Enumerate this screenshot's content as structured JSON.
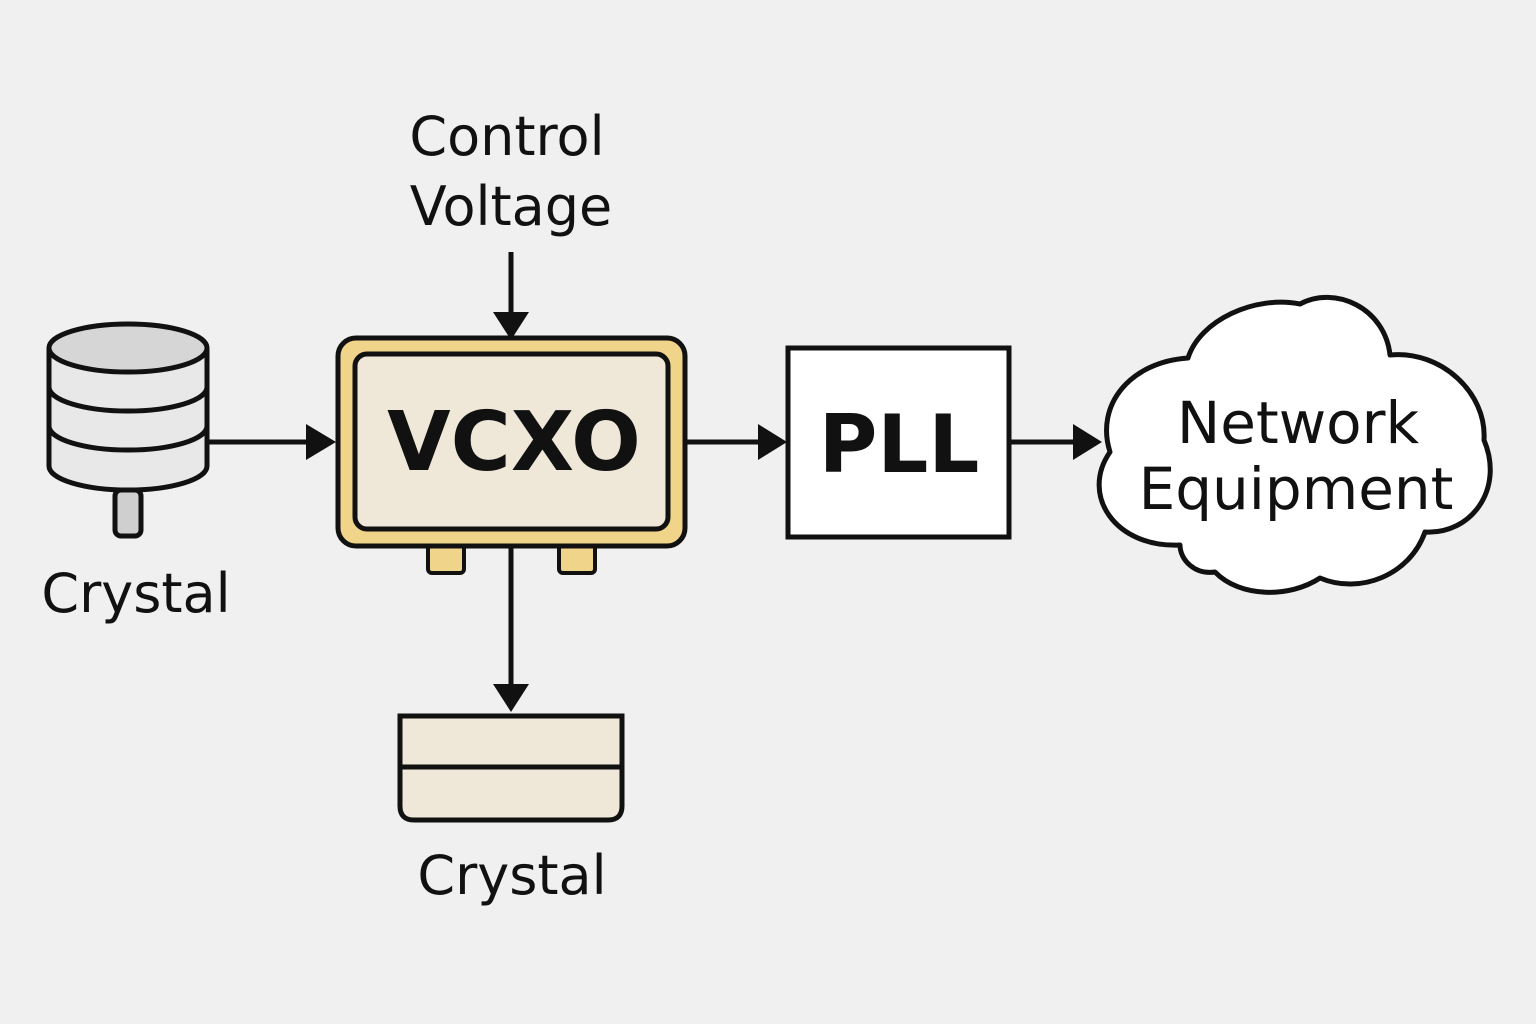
{
  "diagram": {
    "title": "",
    "nodes": {
      "control_voltage": {
        "line1": "Control",
        "line2": "Voltage"
      },
      "crystal_left": {
        "label": "Crystal",
        "icon": "crystal-cylinder-icon"
      },
      "vcxo": {
        "label": "VCXO"
      },
      "pll": {
        "label": "PLL"
      },
      "network": {
        "line1": "Network",
        "line2": "Equipment",
        "icon": "cloud-icon"
      },
      "crystal_bottom": {
        "label": "Crystal",
        "icon": "crystal-package-icon"
      }
    },
    "edges": [
      {
        "from": "Control Voltage",
        "to": "VCXO"
      },
      {
        "from": "Crystal",
        "to": "VCXO"
      },
      {
        "from": "VCXO",
        "to": "PLL"
      },
      {
        "from": "PLL",
        "to": "Network Equipment"
      },
      {
        "from": "VCXO",
        "to": "Crystal"
      }
    ],
    "colors": {
      "background": "#f0f0f0",
      "stroke": "#111111",
      "vcxo_outer": "#f0d48a",
      "vcxo_inner": "#efe8d8",
      "crystal_package_fill": "#efe8d8",
      "crystal_cylinder_fill": "#dedede"
    }
  }
}
